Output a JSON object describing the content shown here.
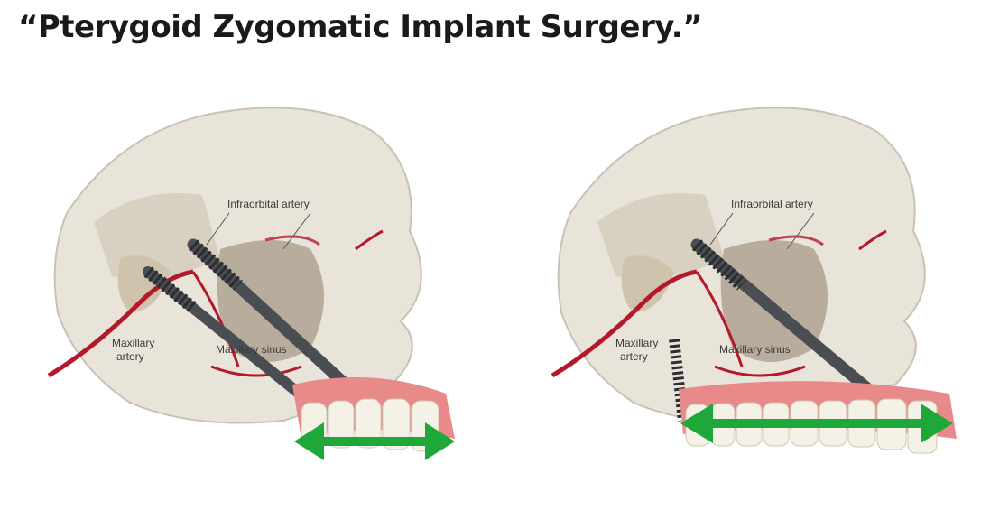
{
  "page": {
    "title": "“Pterygoid Zygomatic Implant Surgery.”"
  },
  "figures": [
    {
      "labels": {
        "infraorbital": "Infraorbital artery",
        "maxillary_artery_1": "Maxillary",
        "maxillary_artery_2": "artery",
        "maxillary_sinus": "Maxillary sinus"
      }
    },
    {
      "labels": {
        "infraorbital": "Infraorbital artery",
        "maxillary_artery_1": "Maxillary",
        "maxillary_artery_2": "artery",
        "maxillary_sinus": "Maxillary sinus"
      }
    }
  ],
  "colors": {
    "arrow": "#1fa83a",
    "bone": "#e9e4da",
    "artery": "#b5182a",
    "gum": "#e98a8a",
    "implant": "#4a4d52"
  }
}
